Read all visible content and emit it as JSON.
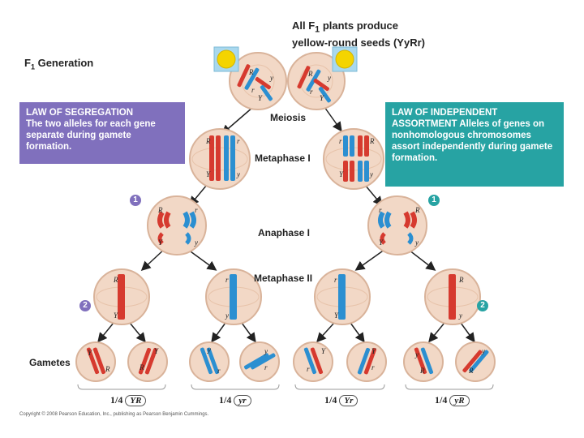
{
  "header": {
    "top_note_line1": "All F",
    "top_note_sub": "1",
    "top_note_line1_rest": " plants produce",
    "top_note_line2": "yellow-round seeds (YyRr)",
    "f1_label": "F",
    "f1_sub": "1",
    "f1_rest": " Generation"
  },
  "stages": {
    "meiosis": "Meiosis",
    "metaphase1": "Metaphase I",
    "anaphase1": "Anaphase I",
    "metaphase2": "Metaphase II",
    "gametes": "Gametes"
  },
  "boxes": {
    "segregation_title": "LAW OF SEGREGATION",
    "segregation_text": "The two alleles for each gene separate during gamete formation.",
    "independent_title": "LAW OF INDEPENDENT",
    "independent_text": "ASSORTMENT Alleles of genes on nonhomologous chromosomes assort independently during gamete formation."
  },
  "markers": {
    "one": "1",
    "two": "2"
  },
  "fractions": [
    {
      "num": "1/4",
      "genotype": "YR"
    },
    {
      "num": "1/4",
      "genotype": "yr"
    },
    {
      "num": "1/4",
      "genotype": "Yr"
    },
    {
      "num": "1/4",
      "genotype": "yR"
    }
  ],
  "allele_labels": {
    "R": "R",
    "r": "r",
    "Y": "Y",
    "y": "y"
  },
  "copyright": "Copyright © 2008 Pearson Education, Inc., publishing as Pearson Benjamin Cummings.",
  "colors": {
    "cell_fill": "#f2d8c6",
    "cell_stroke": "#d9b39a",
    "red_chrom": "#d63a2f",
    "blue_chrom": "#2b8fd1",
    "seed_yellow": "#f4d400",
    "seed_box": "#a9d8ee",
    "purple": "#8070bd",
    "teal": "#27a3a3"
  }
}
